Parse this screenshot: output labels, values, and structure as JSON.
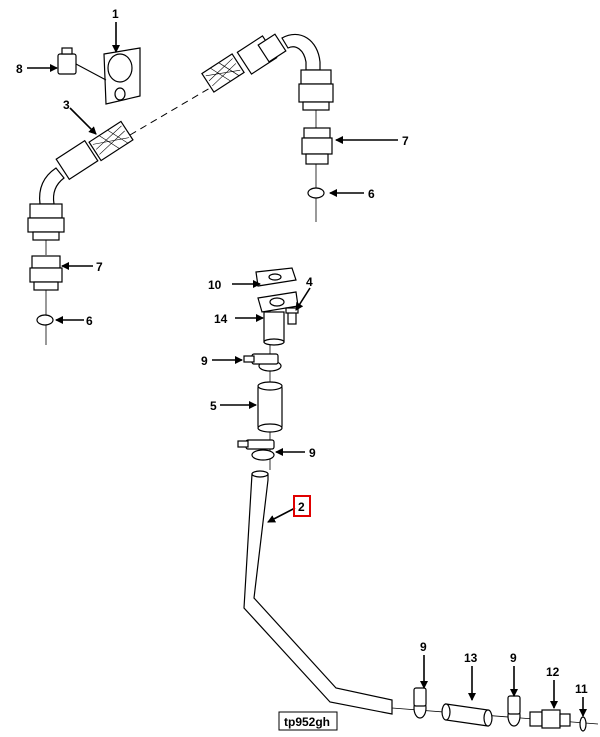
{
  "figure_id": "tp952gh",
  "callouts": {
    "c1": "1",
    "c2": "2",
    "c3": "3",
    "c4": "4",
    "c5": "5",
    "c6a": "6",
    "c6b": "6",
    "c7a": "7",
    "c7b": "7",
    "c8": "8",
    "c9a": "9",
    "c9b": "9",
    "c9c": "9",
    "c9d": "9",
    "c10": "10",
    "c11": "11",
    "c12": "12",
    "c13": "13",
    "c14": "14"
  },
  "highlighted_callout": "2",
  "highlight_color": "#e00000"
}
